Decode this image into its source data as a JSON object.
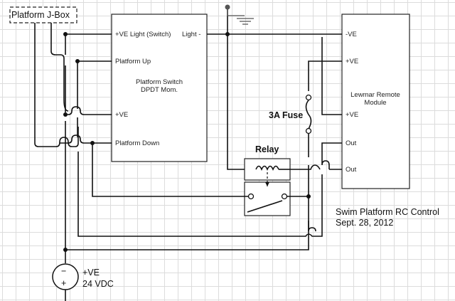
{
  "labels": {
    "jbox": "Platform J-Box",
    "switch_title_1": "Platform Switch",
    "switch_title_2": "DPDT Mom.",
    "pin_ve_light": "+VE Light (Switch)",
    "pin_light_minus": "Light -",
    "pin_platform_up": "Platform Up",
    "pin_ve": "+VE",
    "pin_platform_down": "Platform Down",
    "remote_title_1": "Lewmar Remote",
    "remote_title_2": "Module",
    "remote_neg": "-VE",
    "remote_pos1": "+VE",
    "remote_pos2": "+VE",
    "remote_out1": "Out",
    "remote_out2": "Out",
    "fuse": "3A Fuse",
    "relay": "Relay",
    "battery_pos": "+VE",
    "battery_volts": "24 VDC",
    "battery_minus_sign": "−",
    "battery_plus_sign": "+",
    "caption_1": "Swim Platform RC Control",
    "caption_2": "Sept. 28, 2012"
  },
  "colors": {
    "wire": "#111111",
    "grid": "#dcdcdc",
    "ground": "#555555"
  }
}
